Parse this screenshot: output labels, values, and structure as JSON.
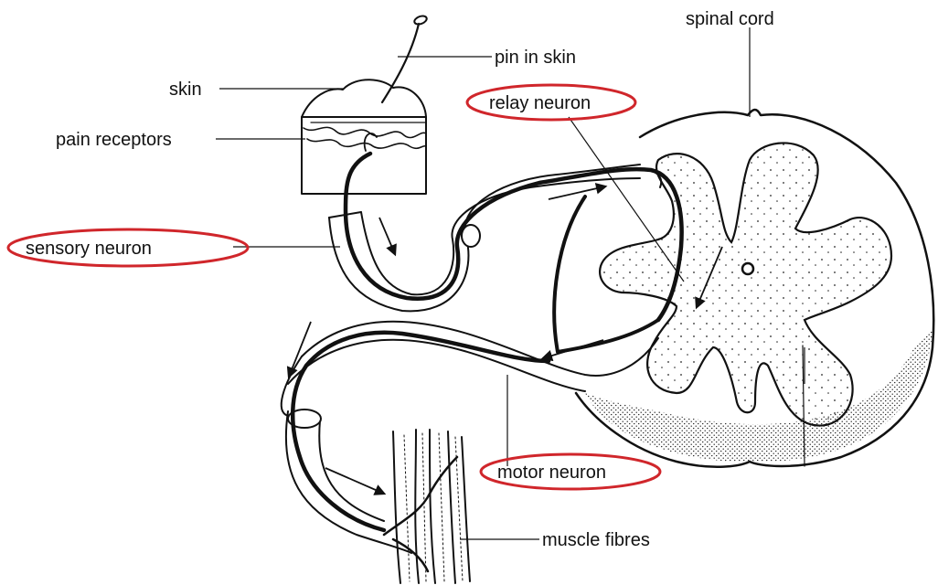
{
  "labels": {
    "spinal_cord": "spinal cord",
    "pin_in_skin": "pin in skin",
    "skin": "skin",
    "relay_neuron": "relay neuron",
    "pain_receptors": "pain receptors",
    "sensory_neuron": "sensory neuron",
    "motor_neuron": "motor neuron",
    "muscle_fibres": "muscle fibres"
  },
  "colors": {
    "highlight": "#d0262b",
    "ink": "#111111",
    "background": "#ffffff"
  }
}
